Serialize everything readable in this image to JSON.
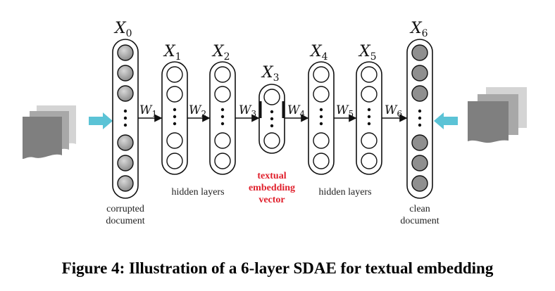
{
  "layers": [
    {
      "name": "X",
      "sub": "0"
    },
    {
      "name": "X",
      "sub": "1"
    },
    {
      "name": "X",
      "sub": "2"
    },
    {
      "name": "X",
      "sub": "3"
    },
    {
      "name": "X",
      "sub": "4"
    },
    {
      "name": "X",
      "sub": "5"
    },
    {
      "name": "X",
      "sub": "6"
    }
  ],
  "weights": [
    {
      "name": "W",
      "sub": "1"
    },
    {
      "name": "W",
      "sub": "2"
    },
    {
      "name": "W",
      "sub": "3"
    },
    {
      "name": "W",
      "sub": "4"
    },
    {
      "name": "W",
      "sub": "5"
    },
    {
      "name": "W",
      "sub": "6"
    }
  ],
  "labels": {
    "corrupted_line1": "corrupted",
    "corrupted_line2": "document",
    "hidden_left": "hidden layers",
    "embedding_line1": "textual",
    "embedding_line2": "embedding",
    "embedding_line3": "vector",
    "hidden_right": "hidden layers",
    "clean_line1": "clean",
    "clean_line2": "document"
  },
  "caption": "Figure 4: Illustration of a 6-layer SDAE for textual embedding",
  "colors": {
    "node_gray": "#9a9a9a",
    "doc_gray": "#7f7f7f",
    "arrow_blue": "#5bc3d6",
    "highlight_red": "#e0202c"
  }
}
